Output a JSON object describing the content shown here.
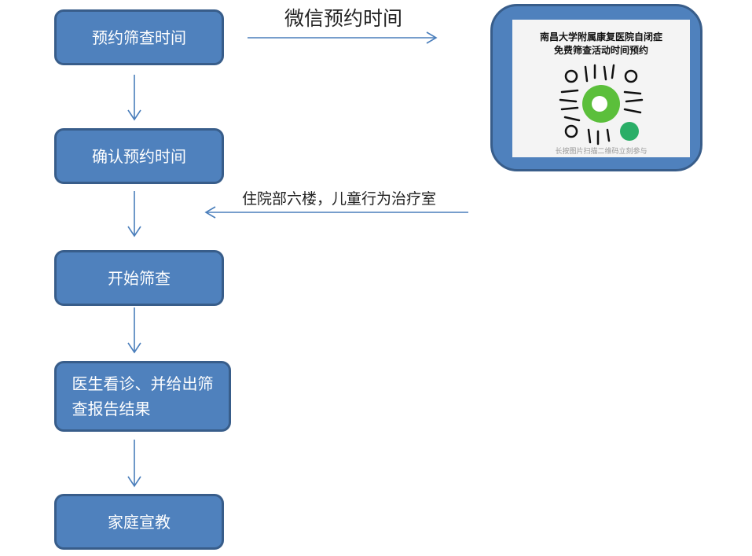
{
  "steps": [
    {
      "label": "预约筛查时间"
    },
    {
      "label": "确认预约时间"
    },
    {
      "label": "开始筛查"
    },
    {
      "label": "医生看诊、并给出筛查报告结果"
    },
    {
      "label": "家庭宣教"
    }
  ],
  "annotations": {
    "wechat": "微信预约时间",
    "location": "住院部六楼，儿童行为治疗室"
  },
  "qr_card": {
    "title_line1": "南昌大学附属康复医院自闭症",
    "title_line2": "免费筛查活动时间预约",
    "caption": "长按图片扫描二维码立刻参与"
  },
  "colors": {
    "box": "#4f81bd",
    "border": "#385d8a",
    "arrow": "#4a7ebb"
  }
}
